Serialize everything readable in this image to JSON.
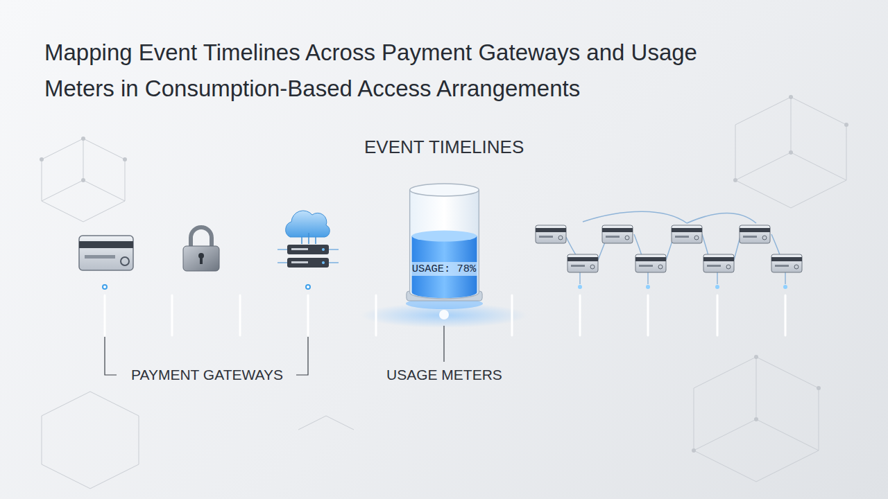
{
  "diagram": {
    "title": "Mapping Event Timelines Across Payment Gateways and Usage Meters in Consumption-Based Access Arrangements",
    "nodes": [
      {
        "text": [
          "USAGE: 78%"
        ]
      }
    ],
    "labels": [
      "EVENT TIMELINES",
      "PAYMENT GATEWAYS",
      "USAGE METERS"
    ]
  }
}
